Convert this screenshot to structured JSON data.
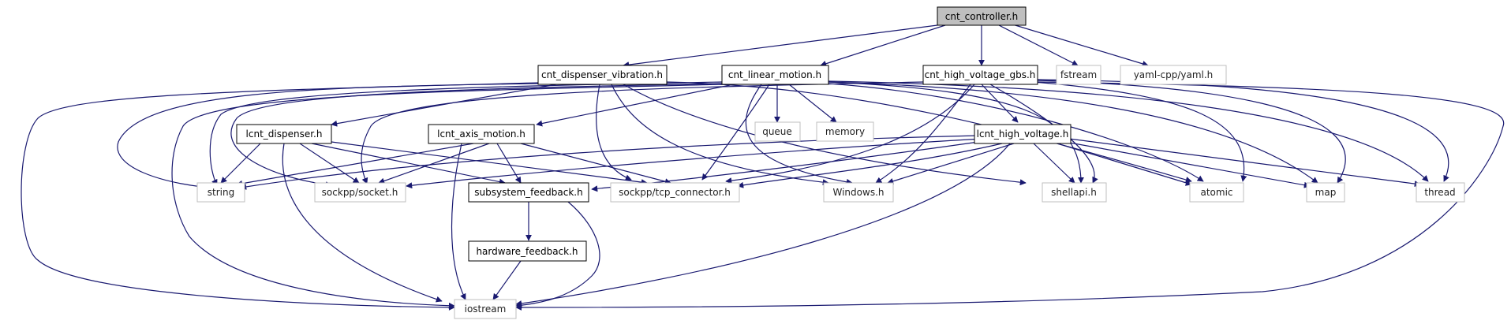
{
  "title": "cnt_controller.h",
  "colors": {
    "edge": "#191970",
    "root_fill": "#bfbfbf",
    "internal_border": "#000000",
    "external_border": "#bfbfbf"
  },
  "nodes": {
    "cnt_controller": "cnt_controller.h",
    "cnt_dispenser_vibration": "cnt_dispenser_vibration.h",
    "cnt_linear_motion": "cnt_linear_motion.h",
    "cnt_high_voltage_gbs": "cnt_high_voltage_gbs.h",
    "fstream": "fstream",
    "yaml": "yaml-cpp/yaml.h",
    "lcnt_dispenser": "lcnt_dispenser.h",
    "lcnt_axis_motion": "lcnt_axis_motion.h",
    "queue": "queue",
    "memory": "memory",
    "lcnt_high_voltage": "lcnt_high_voltage.h",
    "string": "string",
    "sockpp_socket": "sockpp/socket.h",
    "subsystem_feedback": "subsystem_feedback.h",
    "sockpp_tcp": "sockpp/tcp_connector.h",
    "windows": "Windows.h",
    "shellapi": "shellapi.h",
    "atomic": "atomic",
    "map": "map",
    "thread": "thread",
    "hardware_feedback": "hardware_feedback.h",
    "iostream": "iostream"
  }
}
